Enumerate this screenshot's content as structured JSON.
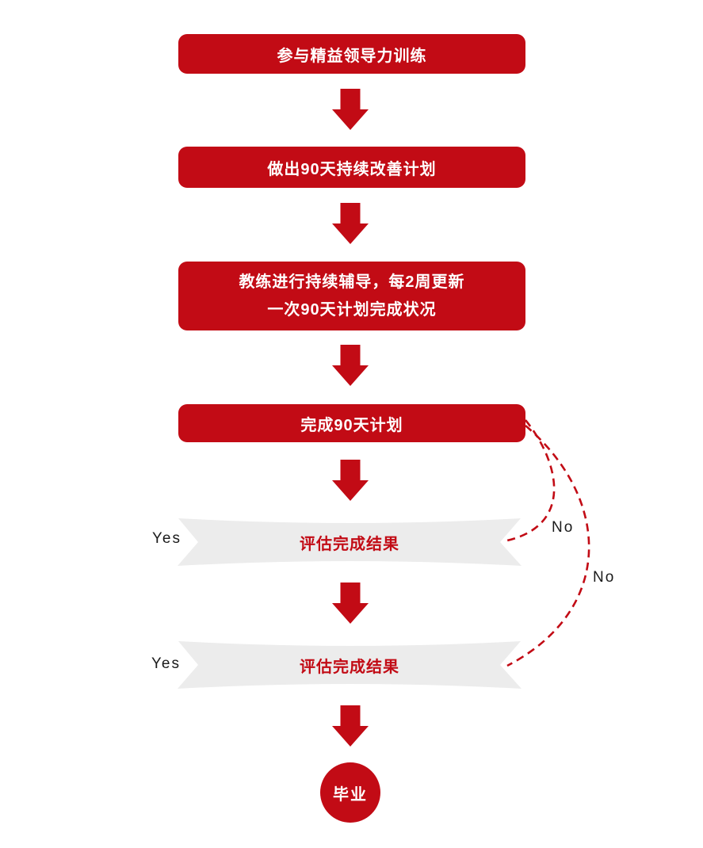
{
  "colors": {
    "primary_red": "#c20b15",
    "ribbon_gray": "#ececec",
    "yes_no_label_color": "#1a1a1a",
    "box_text_color": "#ffffff"
  },
  "steps": [
    {
      "label": "参与精益领导力训练"
    },
    {
      "label": "做出90天持续改善计划"
    },
    {
      "label_line1": "教练进行持续辅导，每2周更新",
      "label_line2": "一次90天计划完成状况"
    },
    {
      "label": "完成90天计划"
    }
  ],
  "decisions": [
    {
      "label": "评估完成结果",
      "yes": "Yes",
      "no": "No"
    },
    {
      "label": "评估完成结果",
      "yes": "Yes",
      "no": "No"
    }
  ],
  "terminal": {
    "label": "毕业"
  }
}
